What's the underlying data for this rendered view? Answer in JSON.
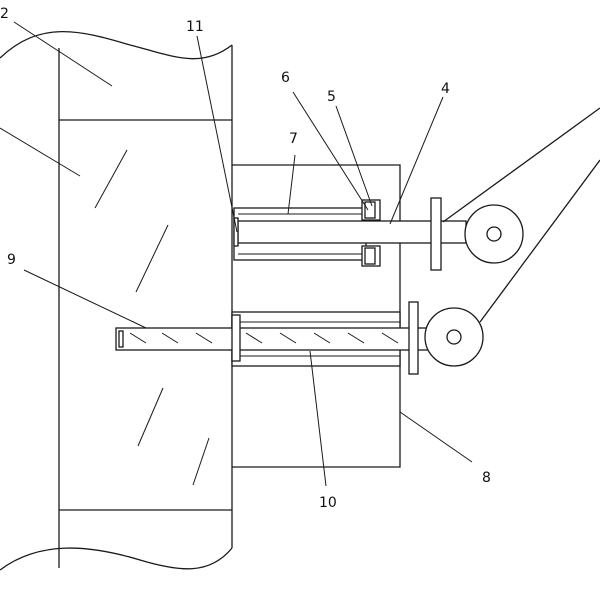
{
  "labels": {
    "l2": "2",
    "l4": "4",
    "l5": "5",
    "l6": "6",
    "l7": "7",
    "l8": "8",
    "l9": "9",
    "l10": "10",
    "l11": "11"
  },
  "colors": {
    "line": "#1a1a1a",
    "background": "#ffffff"
  }
}
